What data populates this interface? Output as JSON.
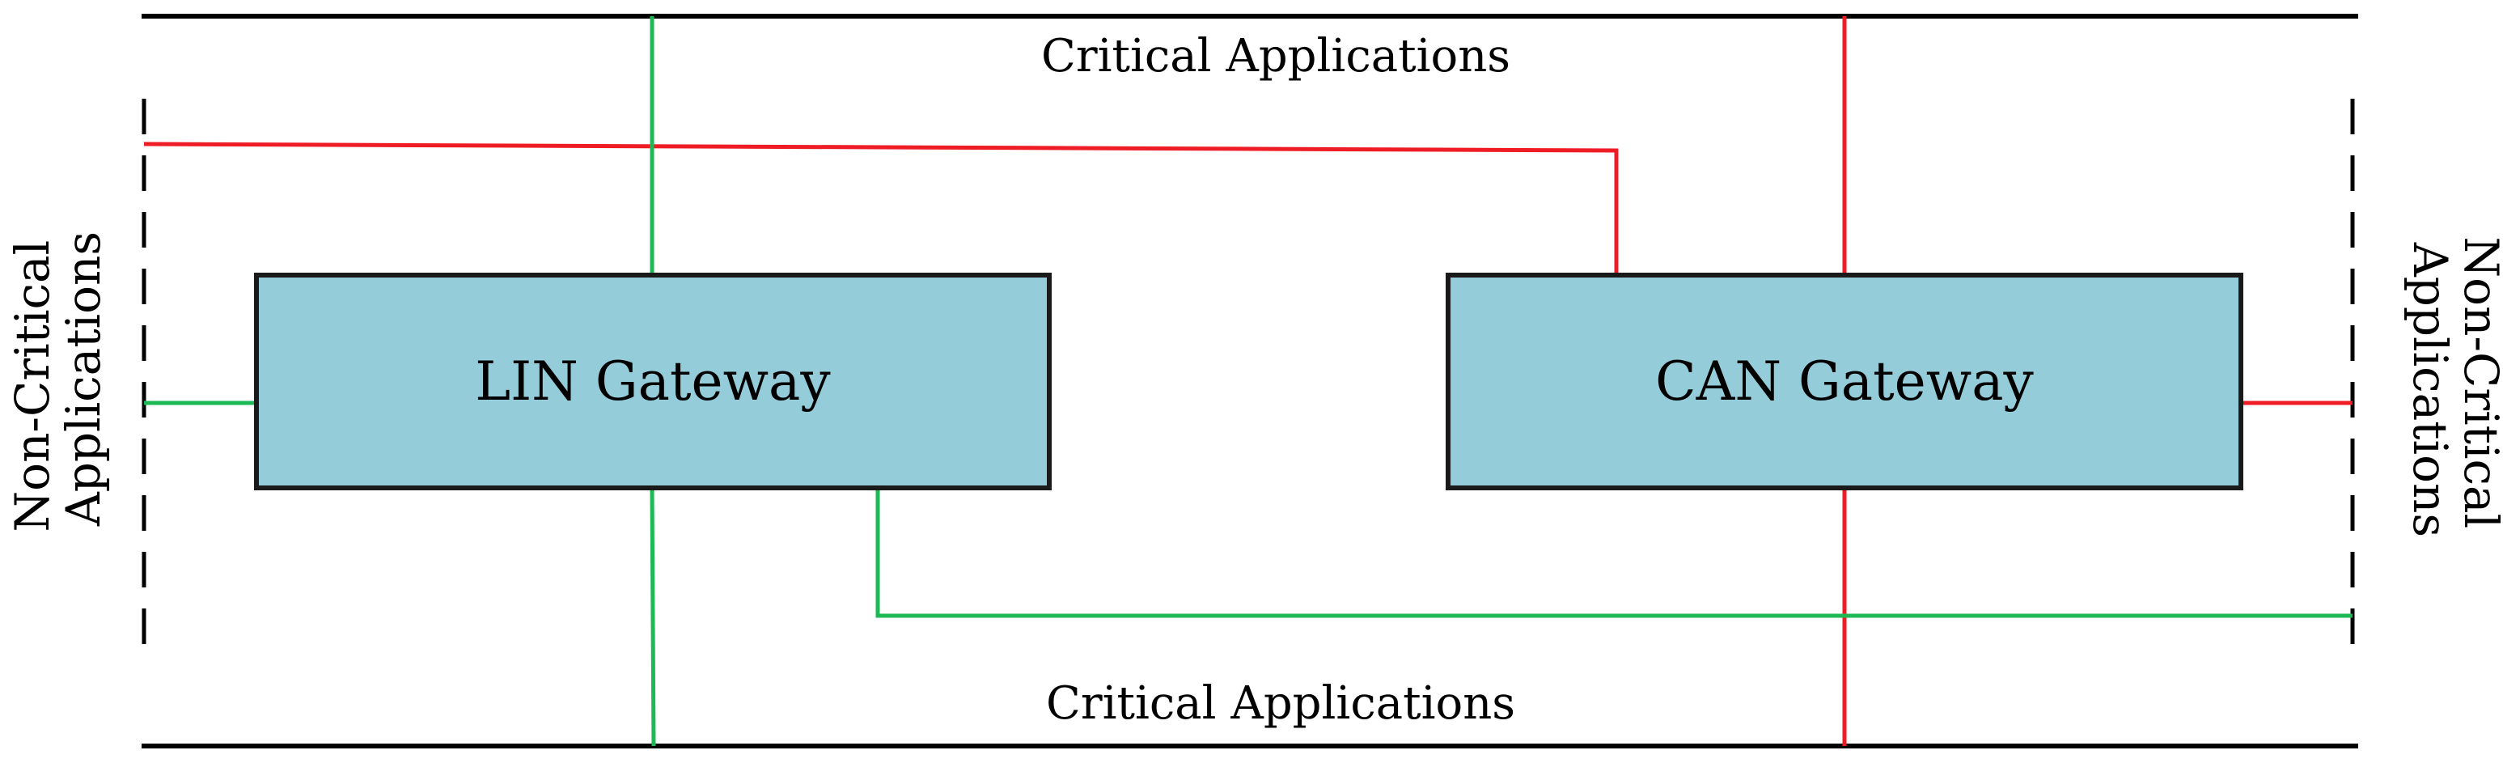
{
  "diagram": {
    "critical_top_label": "Critical Applications",
    "critical_bottom_label": "Critical Applications",
    "left_side_label": [
      "Non-Critical",
      "Applications"
    ],
    "right_side_label": [
      "Non-Critical",
      "Applications"
    ],
    "lin_gateway_label": "LIN Gateway",
    "can_gateway_label": "CAN Gateway"
  },
  "colors": {
    "gateway_fill": "#94ccda",
    "gateway_stroke": "#1a1a1a",
    "lin_link": "#1db954",
    "can_link": "#ee1c25",
    "bus_line": "#000000"
  }
}
